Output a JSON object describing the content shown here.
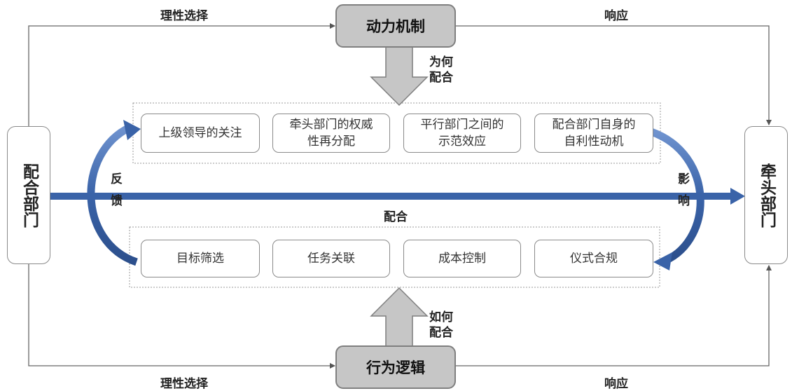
{
  "top_box": "动力机制",
  "bottom_box": "行为逻辑",
  "left_box": "配合部门",
  "right_box": "牵头部门",
  "rational_choice_top": "理性选择",
  "rational_choice_bottom": "理性选择",
  "response_top": "响应",
  "response_bottom": "响应",
  "why_cooperate": [
    "为何",
    "配合"
  ],
  "how_cooperate": [
    "如何",
    "配合"
  ],
  "cooperate": "配合",
  "feedback": "反馈",
  "influence": "影响",
  "motivation_items": [
    "上级领导的关注",
    "牵头部门的权威性再分配",
    "平行部门之间的示范效应",
    "配合部门自身的自利性动机"
  ],
  "behavior_items": [
    "目标筛选",
    "任务关联",
    "成本控制",
    "仪式合规"
  ],
  "colors": {
    "blue": "#3a63a8",
    "grey_fill": "#c6c6c6",
    "border": "#7f7f7f"
  }
}
